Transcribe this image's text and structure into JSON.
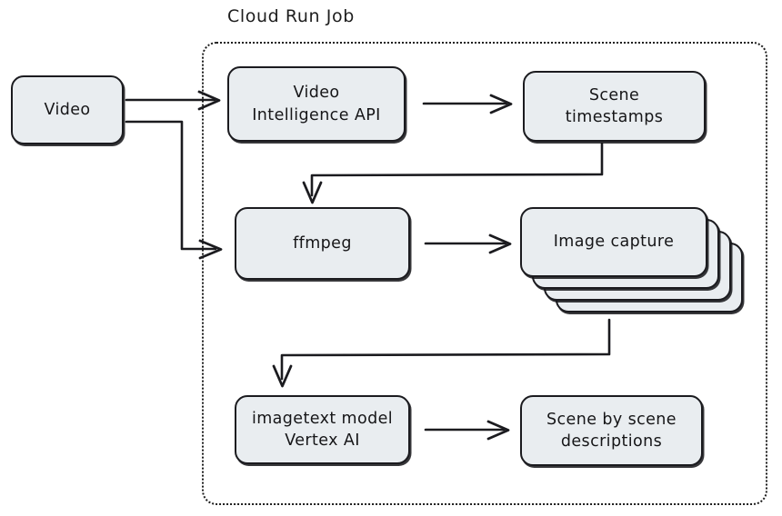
{
  "diagram": {
    "title": "Cloud Run Job",
    "container_style": "dotted-rounded-rectangle",
    "colors": {
      "node_fill": "#e9edf0",
      "stroke": "#1b1b1f",
      "background": "#ffffff",
      "text": "#161618"
    },
    "nodes": [
      {
        "id": "video",
        "label": "Video",
        "lines": [
          "Video"
        ],
        "shape": "rounded-rect",
        "inside_container": false
      },
      {
        "id": "video-intel",
        "label": "Video Intelligence API",
        "lines": [
          "Video",
          "Intelligence API"
        ],
        "shape": "rounded-rect",
        "inside_container": true
      },
      {
        "id": "scene-ts",
        "label": "Scene timestamps",
        "lines": [
          "Scene",
          "timestamps"
        ],
        "shape": "rounded-rect",
        "inside_container": true
      },
      {
        "id": "ffmpeg",
        "label": "ffmpeg",
        "lines": [
          "ffmpeg"
        ],
        "shape": "rounded-rect",
        "inside_container": true
      },
      {
        "id": "image-capture",
        "label": "Image capture",
        "lines": [
          "Image",
          "capture"
        ],
        "shape": "stacked-rounded-rect",
        "stack_count": 4,
        "inside_container": true
      },
      {
        "id": "imagetext",
        "label": "imagetext model Vertex AI",
        "lines": [
          "imagetext model",
          "Vertex AI"
        ],
        "shape": "rounded-rect",
        "inside_container": true
      },
      {
        "id": "scene-desc",
        "label": "Scene by scene descriptions",
        "lines": [
          "Scene by scene",
          "descriptions"
        ],
        "shape": "rounded-rect",
        "inside_container": true
      }
    ],
    "edges": [
      {
        "from": "video",
        "to": "video-intel",
        "style": "straight-arrow"
      },
      {
        "from": "video",
        "to": "ffmpeg",
        "style": "elbow-arrow"
      },
      {
        "from": "video-intel",
        "to": "scene-ts",
        "style": "straight-arrow"
      },
      {
        "from": "scene-ts",
        "to": "ffmpeg",
        "style": "elbow-arrow"
      },
      {
        "from": "ffmpeg",
        "to": "image-capture",
        "style": "straight-arrow"
      },
      {
        "from": "image-capture",
        "to": "imagetext",
        "style": "elbow-arrow"
      },
      {
        "from": "imagetext",
        "to": "scene-desc",
        "style": "straight-arrow"
      }
    ]
  }
}
